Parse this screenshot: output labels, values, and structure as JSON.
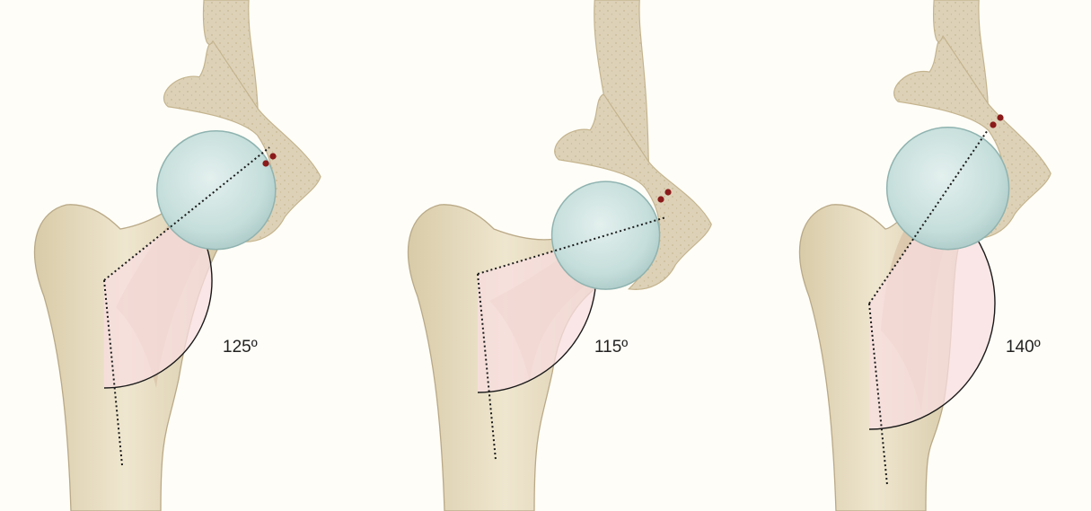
{
  "figure": {
    "panels": [
      {
        "id": "normal",
        "angle_value": 125,
        "angle_label": "125º"
      },
      {
        "id": "coxa-vara",
        "angle_value": 115,
        "angle_label": "115º"
      },
      {
        "id": "coxa-valga",
        "angle_value": 140,
        "angle_label": "140º"
      }
    ]
  },
  "colors": {
    "background": "#fffdf7",
    "bone": "#e6dcc0",
    "bone_shadow": "#c9b995",
    "femoral_head": "#c9e0dc",
    "acetabulum": "#ddd2b8",
    "angle_fill": "#f8dde0",
    "neck_shade": "#d3b89c",
    "axis_line": "#1a1a1a",
    "marker": "#8b1a1a"
  }
}
